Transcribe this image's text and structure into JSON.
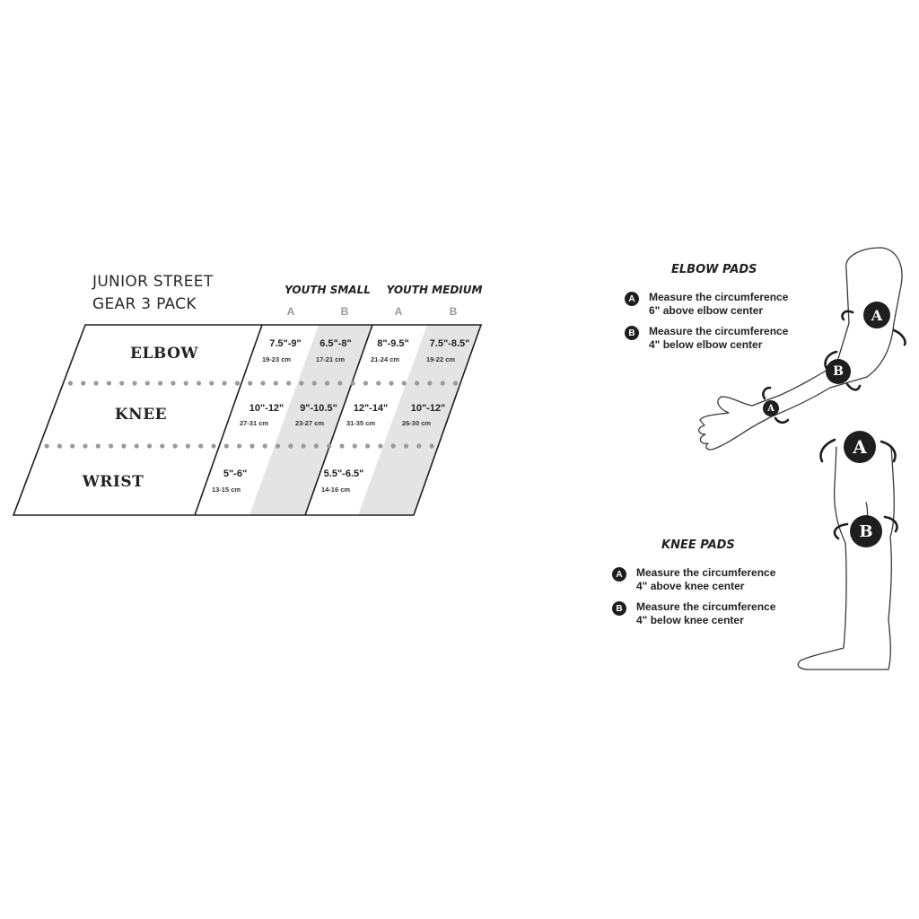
{
  "product": {
    "title_line1": "JUNIOR STREET",
    "title_line2": "GEAR 3 PACK"
  },
  "chart_data": {
    "type": "table",
    "groups": [
      {
        "name": "YOUTH SMALL",
        "columns": [
          "A",
          "B"
        ]
      },
      {
        "name": "YOUTH MEDIUM",
        "columns": [
          "A",
          "B"
        ]
      }
    ],
    "rows": [
      {
        "label": "ELBOW",
        "cells": [
          {
            "in": "7.5\"-9\"",
            "cm": "19-23 cm"
          },
          {
            "in": "6.5\"-8\"",
            "cm": "17-21 cm"
          },
          {
            "in": "8\"-9.5\"",
            "cm": "21-24 cm"
          },
          {
            "in": "7.5\"-8.5\"",
            "cm": "19-22 cm"
          }
        ]
      },
      {
        "label": "KNEE",
        "cells": [
          {
            "in": "10\"-12\"",
            "cm": "27-31 cm"
          },
          {
            "in": "9\"-10.5\"",
            "cm": "23-27 cm"
          },
          {
            "in": "12\"-14\"",
            "cm": "31-35 cm"
          },
          {
            "in": "10\"-12\"",
            "cm": "26-30 cm"
          }
        ]
      },
      {
        "label": "WRIST",
        "cells": [
          {
            "in": "5\"-6\"",
            "cm": "13-15 cm"
          },
          {
            "in": "",
            "cm": ""
          },
          {
            "in": "5.5\"-6.5\"",
            "cm": "14-16 cm"
          },
          {
            "in": "",
            "cm": ""
          }
        ]
      }
    ]
  },
  "elbow_guide": {
    "title": "ELBOW PADS",
    "items": [
      {
        "badge": "A",
        "line1": "Measure the circumference",
        "line2": "6\" above elbow center"
      },
      {
        "badge": "B",
        "line1": "Measure the circumference",
        "line2": "4\" below elbow center"
      }
    ]
  },
  "knee_guide": {
    "title": "KNEE PADS",
    "items": [
      {
        "badge": "A",
        "line1": "Measure the circumference",
        "line2": "4\" above knee center"
      },
      {
        "badge": "B",
        "line1": "Measure the circumference",
        "line2": "4\" below knee center"
      }
    ]
  },
  "figure_marks": {
    "arm": [
      "A",
      "B",
      "A"
    ],
    "leg": [
      "A",
      "B"
    ]
  },
  "colors": {
    "line": "#1e1e1e",
    "shade": "#e4e4e4",
    "dots": "#9a9a9a",
    "badge": "#1e1e1e"
  }
}
